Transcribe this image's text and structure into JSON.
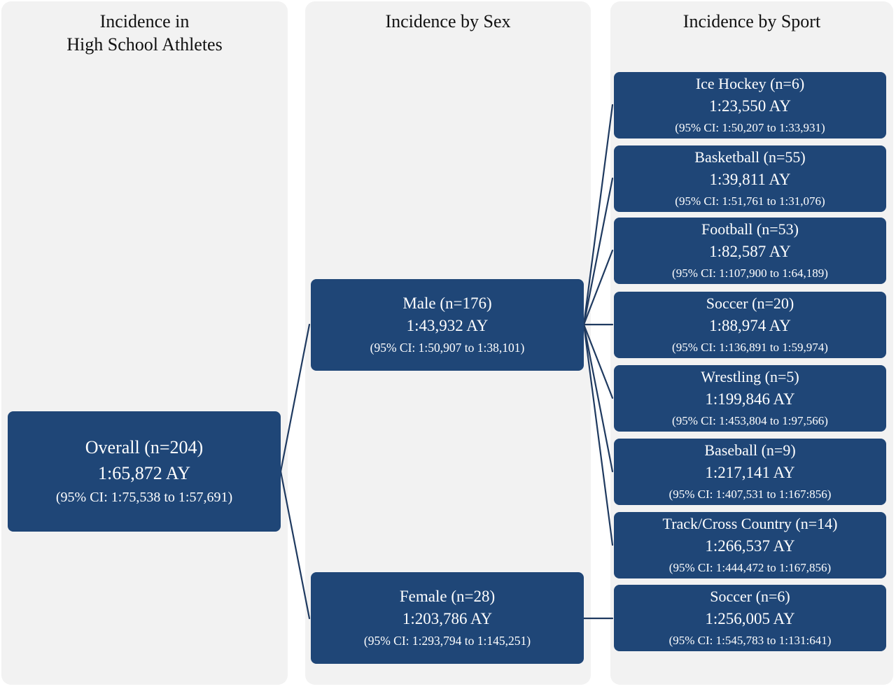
{
  "columns": [
    {
      "header_lines": [
        "Incidence in",
        "High School Athletes"
      ]
    },
    {
      "header_lines": [
        "Incidence by Sex"
      ]
    },
    {
      "header_lines": [
        "Incidence by Sport"
      ]
    }
  ],
  "overall": {
    "title": "Overall (n=204)",
    "rate": "1:65,872 AY",
    "ci": "(95% CI: 1:75,538 to 1:57,691)"
  },
  "sex": [
    {
      "title": "Male (n=176)",
      "rate": "1:43,932 AY",
      "ci": "(95% CI: 1:50,907 to 1:38,101)"
    },
    {
      "title": "Female (n=28)",
      "rate": "1:203,786 AY",
      "ci": "(95% CI: 1:293,794 to 1:145,251)"
    }
  ],
  "sports": [
    {
      "title": "Ice Hockey (n=6)",
      "rate": "1:23,550 AY",
      "ci": "(95% CI: 1:50,207 to 1:33,931)"
    },
    {
      "title": "Basketball (n=55)",
      "rate": "1:39,811 AY",
      "ci": "(95% CI: 1:51,761 to 1:31,076)"
    },
    {
      "title": "Football (n=53)",
      "rate": "1:82,587 AY",
      "ci": "(95% CI: 1:107,900 to 1:64,189)"
    },
    {
      "title": "Soccer (n=20)",
      "rate": "1:88,974 AY",
      "ci": "(95% CI: 1:136,891 to 1:59,974)"
    },
    {
      "title": "Wrestling (n=5)",
      "rate": "1:199,846 AY",
      "ci": "(95% CI: 1:453,804 to 1:97,566)"
    },
    {
      "title": "Baseball (n=9)",
      "rate": "1:217,141 AY",
      "ci": "(95% CI: 1:407,531 to 1:167:856)"
    },
    {
      "title": "Track/Cross Country (n=14)",
      "rate": "1:266,537 AY",
      "ci": "(95% CI: 1:444,472 to 1:167,856)"
    },
    {
      "title": "Soccer (n=6)",
      "rate": "1:256,005 AY",
      "ci": "(95% CI: 1:545,783 to 1:131:641)"
    }
  ],
  "colors": {
    "node_fill": "#1f4677",
    "node_text": "#ffffff",
    "column_bg": "#f2f2f2",
    "connector": "#1f3a60"
  }
}
